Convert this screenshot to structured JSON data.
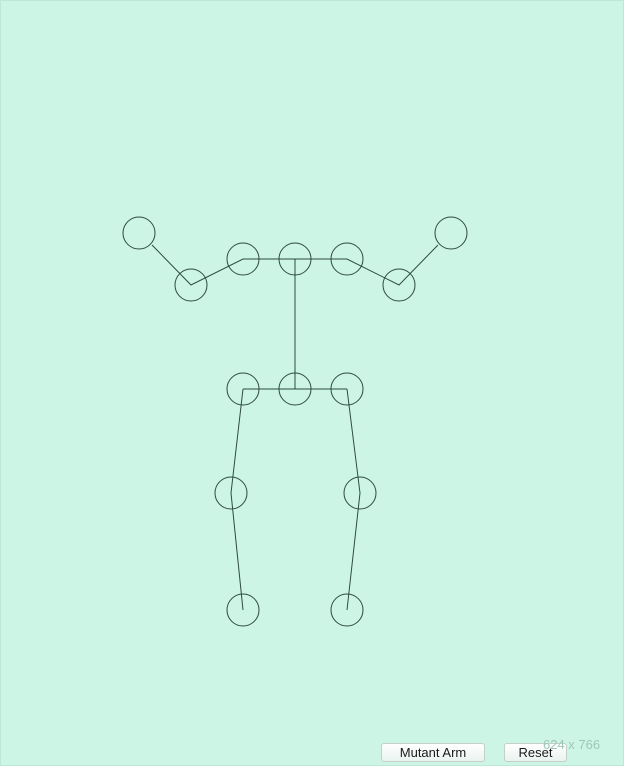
{
  "app": {
    "background_color": "#ccf5e6",
    "stroke_color": "#2e4a3f"
  },
  "skeleton": {
    "joints": [
      {
        "name": "left-hand-joint"
      },
      {
        "name": "left-elbow-joint"
      },
      {
        "name": "left-shoulder-joint"
      },
      {
        "name": "neck-joint"
      },
      {
        "name": "right-shoulder-joint"
      },
      {
        "name": "right-elbow-joint"
      },
      {
        "name": "right-hand-joint"
      },
      {
        "name": "left-hip-joint"
      },
      {
        "name": "pelvis-joint"
      },
      {
        "name": "right-hip-joint"
      },
      {
        "name": "left-knee-joint"
      },
      {
        "name": "right-knee-joint"
      },
      {
        "name": "left-foot-joint"
      },
      {
        "name": "right-foot-joint"
      }
    ]
  },
  "controls": {
    "mutant_arm_label": "Mutant Arm",
    "reset_label": "Reset"
  },
  "status": {
    "canvas_size_label": "624 x 766"
  }
}
